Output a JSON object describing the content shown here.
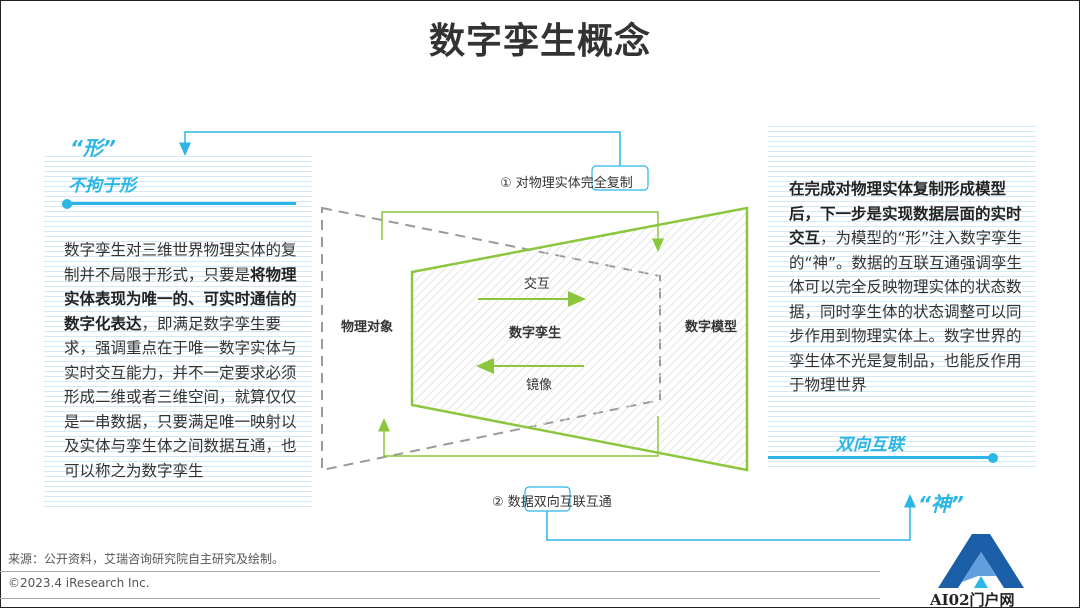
{
  "title": "数字孪生概念",
  "left_panel": {
    "quote": "“形”",
    "tag": "不拘于形",
    "text_parts": [
      "数字孪生对三维世界物理实体的复制并不局限于形式，只要是",
      "将物理实体表现为唯一的、可实时通信的数字化表达",
      "，即满足数字孪生要求，强调重点在于唯一数字实体与实时交互能力，并不一定要求必须形成二维或者三维空间，就算仅仅是一串数据，只要满足唯一映射以及实体与孪生体之间数据互通，也可以称之为数字孪生"
    ]
  },
  "right_panel": {
    "quote": "“神”",
    "tag": "双向互联",
    "text_parts": [
      "在完成对物理实体复制形成模型后，下一步是实现数据层面的实时交互",
      "，为模型的“形”注入数字孪生的“神”。数据的互联互通强调孪生体可以完全反映物理实体的状态数据，同时孪生体的状态调整可以同步作用到物理实体上。数字世界的孪生体不光是复制品，也能反作用于物理世界"
    ]
  },
  "diagram": {
    "step1": "① 对物理实体完全复制",
    "step2": "② 数据双向互联互通",
    "left_label": "物理对象",
    "center_label": "数字孪生",
    "right_label": "数字模型",
    "arrow_top": "交互",
    "arrow_bottom": "镜像"
  },
  "footer": {
    "source": "来源：公开资料，艾瑞咨询研究院自主研究及绘制。",
    "copyright": "©2023.4 iResearch Inc.",
    "watermark": "AI02门户网"
  },
  "colors": {
    "accent_blue": "#2bb6e6",
    "accent_green": "#8cc63f",
    "dashed_gray": "#9a9a9a"
  }
}
